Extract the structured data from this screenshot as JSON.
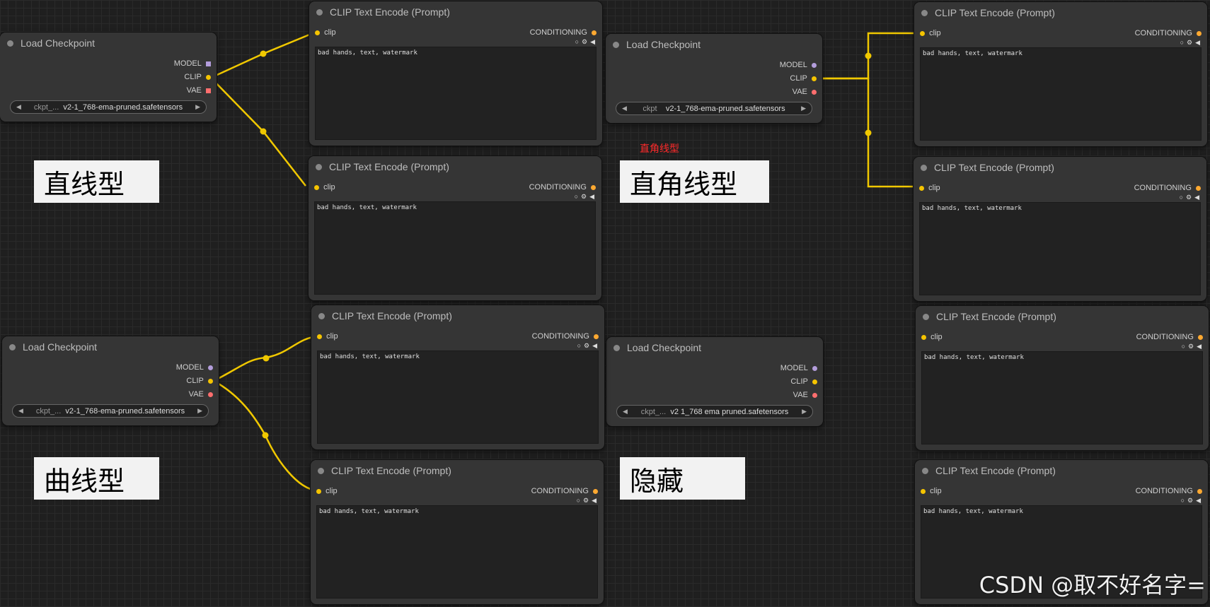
{
  "colors": {
    "clip": "#f5c400",
    "model": "#b39ddb",
    "vae": "#ff6e6e",
    "conditioning": "#ffa931",
    "wire": "#f0c800"
  },
  "labels": {
    "straight": "直线型",
    "right_angle": "直角线型",
    "curve": "曲线型",
    "hidden": "隐藏",
    "right_angle_red": "直角线型"
  },
  "watermark": "CSDN @取不好名字=",
  "checkpoints": [
    {
      "title": "Load Checkpoint",
      "outputs": [
        "MODEL",
        "CLIP",
        "VAE"
      ],
      "widget_prefix": "ckpt_...",
      "widget_value": "v2-1_768-ema-pruned.safetensors"
    },
    {
      "title": "Load Checkpoint",
      "outputs": [
        "MODEL",
        "CLIP",
        "VAE"
      ],
      "widget_prefix": "ckpt",
      "widget_value": "v2-1_768-ema-pruned.safetensors"
    },
    {
      "title": "Load Checkpoint",
      "outputs": [
        "MODEL",
        "CLIP",
        "VAE"
      ],
      "widget_prefix": "ckpt_...",
      "widget_value": "v2-1_768-ema-pruned.safetensors"
    },
    {
      "title": "Load Checkpoint",
      "outputs": [
        "MODEL",
        "CLIP",
        "VAE"
      ],
      "widget_prefix": "ckpt_...",
      "widget_value": "v2 1_768 ema pruned.safetensors"
    }
  ],
  "encoders": [
    {
      "title": "CLIP Text Encode (Prompt)",
      "input": "clip",
      "output": "CONDITIONING",
      "text": "bad hands, text, watermark"
    },
    {
      "title": "CLIP Text Encode (Prompt)",
      "input": "clip",
      "output": "CONDITIONING",
      "text": "bad hands, text, watermark"
    },
    {
      "title": "CLIP Text Encode (Prompt)",
      "input": "clip",
      "output": "CONDITIONING",
      "text": "bad hands, text, watermark"
    },
    {
      "title": "CLIP Text Encode (Prompt)",
      "input": "clip",
      "output": "CONDITIONING",
      "text": "bad hands, text, watermark"
    },
    {
      "title": "CLIP Text Encode (Prompt)",
      "input": "clip",
      "output": "CONDITIONING",
      "text": "bad hands, text, watermark"
    },
    {
      "title": "CLIP Text Encode (Prompt)",
      "input": "clip",
      "output": "CONDITIONING",
      "text": "bad hands, text, watermark"
    },
    {
      "title": "CLIP Text Encode (Prompt)",
      "input": "clip",
      "output": "CONDITIONING",
      "text": "bad hands, text, watermark"
    },
    {
      "title": "CLIP Text Encode (Prompt)",
      "input": "clip",
      "output": "CONDITIONING",
      "text": "bad hands, text, watermark"
    }
  ]
}
